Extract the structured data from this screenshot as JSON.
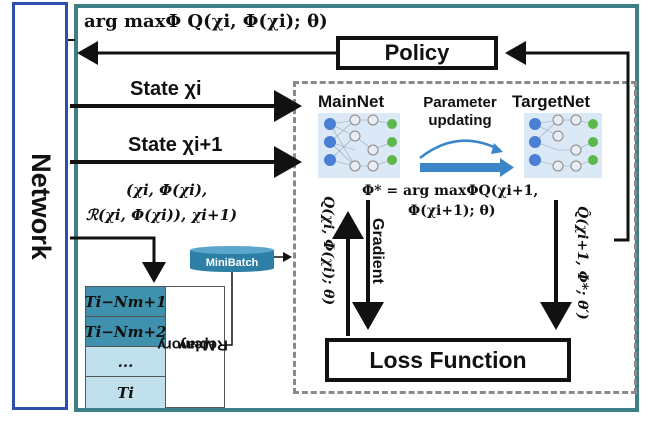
{
  "top_formula": "arg maxΦ Q(χi, Φ(χi); θ)",
  "network_label": "Network",
  "policy_label": "Policy",
  "state_i_label": "State χi",
  "state_i1_label": "State χi+1",
  "transition_tuple": {
    "line1": "(χi, Φ(χi),",
    "line2": "ℛ(χi, Φ(χi)), χi+1)"
  },
  "mainnet_label": "MainNet",
  "targetnet_label": "TargetNet",
  "parameter_updating": {
    "line1": "Parameter",
    "line2": "updating"
  },
  "phi_star_formula": {
    "line1": "Φ* = arg maxΦQ(χi+1,",
    "line2": "Φ(χi+1); θ)"
  },
  "minibatch_label": "MiniBatch",
  "replay_memory_label": {
    "line1": "Replay",
    "line2": "Memory"
  },
  "replay_entries": [
    "Ti−Nm+1",
    "Ti−Nm+2",
    "...",
    "Ti"
  ],
  "q_main_label": "Q(χi, Φ(χi); θ)",
  "gradient_label": "Gradient",
  "q_target_label": "Q̂(χi+1, Φ*; θ′)",
  "loss_function_label": "Loss Function",
  "colors": {
    "outer_frame": "#3d7f86",
    "network_border": "#2f4fb0",
    "replay_dark": "#3f91ad",
    "replay_light": "#bfe0ec",
    "net_blue": "#4a7fd4",
    "net_green": "#5cb84a",
    "update_arrow": "#3a86c8"
  }
}
